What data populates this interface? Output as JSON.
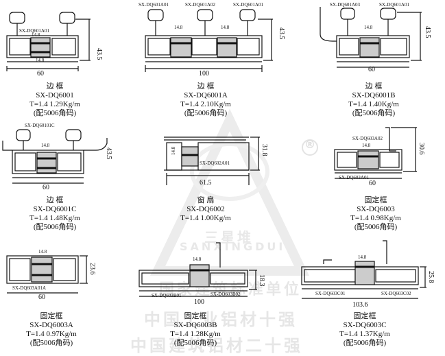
{
  "watermark": {
    "brand_cn": "三星堆",
    "brand_en": "SANXINGDUI",
    "line1": "国家建筑标准单位",
    "line2": "中国工业铝材十强",
    "line3": "中国建筑铝材二十强",
    "registered": "®"
  },
  "profiles": [
    {
      "id": "p1",
      "labels": [
        "SX-DQ601A01"
      ],
      "dims": {
        "width": "60",
        "height": "43.5",
        "gap": "14.8",
        "gap2": "14.8"
      },
      "caption": {
        "name": "边 框",
        "code": "SX-DQ6001",
        "spec": "T=1.4 1.29Kg/m",
        "note": "(配5006角码)"
      }
    },
    {
      "id": "p2",
      "labels": [
        "SX-DQ601A01",
        "SX-DQ601A02",
        "SX-DQ601A01"
      ],
      "dims": {
        "width": "100",
        "height": "43.5",
        "gap": "14.8",
        "gap2": "14.8"
      },
      "caption": {
        "name": "边 框",
        "code": "SX-DQ6001A",
        "spec": "T=1.4 2.10Kg/m",
        "note": "(配5006角码)"
      }
    },
    {
      "id": "p3",
      "labels": [
        "SX-DQ601A03",
        "SX-DQ601A01"
      ],
      "dims": {
        "width": "60",
        "height": "43.5",
        "gap": "14.8"
      },
      "caption": {
        "name": "边 框",
        "code": "SX-DQ6001B",
        "spec": "T=1.4 1.40Kg/m",
        "note": "(配5006角码)"
      }
    },
    {
      "id": "p4",
      "labels": [
        "SX-DQ60101C"
      ],
      "dims": {
        "width": "60",
        "height": "43.5",
        "gap": "14.8"
      },
      "caption": {
        "name": "边 框",
        "code": "SX-DQ6001C",
        "spec": "T=1.4 1.48Kg/m",
        "note": "(配5006角码)"
      }
    },
    {
      "id": "p5",
      "labels": [
        "SX-DQ602A01"
      ],
      "dims": {
        "width": "61.5",
        "height": "31.8",
        "gap": "14.8"
      },
      "caption": {
        "name": "窗 扇",
        "code": "SX-DQ6002",
        "spec": "T=1.4 1.00Kg/m",
        "note": ""
      }
    },
    {
      "id": "p6",
      "labels": [
        "SX-DQ603A02",
        "SX-DQ603A01"
      ],
      "dims": {
        "width": "60",
        "height": "30.6",
        "gap": "14.8"
      },
      "caption": {
        "name": "固定框",
        "code": "SX-DQ6003",
        "spec": "T=1.4 0.98Kg/m",
        "note": "(配5006角码)"
      }
    },
    {
      "id": "p7",
      "labels": [
        "SX-DQ603A01A"
      ],
      "dims": {
        "width": "60",
        "height": "23.6",
        "gap": "14.8"
      },
      "caption": {
        "name": "固定框",
        "code": "SX-DQ6003A",
        "spec": "T=1.4 0.97Kg/m",
        "note": "(配5006角码)"
      }
    },
    {
      "id": "p8",
      "labels": [
        "SX-DQ603B01",
        "SX-DQ603B02"
      ],
      "dims": {
        "width": "100",
        "height": "18.3",
        "gap": "14.8"
      },
      "caption": {
        "name": "固定框",
        "code": "SX-DQ6003B",
        "spec": "T=1.4 1.28Kg/m",
        "note": "(配5006角码)"
      }
    },
    {
      "id": "p9",
      "labels": [
        "SX-DQ603C01",
        "SX-DQ603C02"
      ],
      "dims": {
        "width": "103.6",
        "height": "25.8",
        "gap": "14.8"
      },
      "caption": {
        "name": "固定框",
        "code": "SX-DQ6003C",
        "spec": "T=1.4 1.37Kg/m",
        "note": "(配5006角码)"
      }
    }
  ]
}
